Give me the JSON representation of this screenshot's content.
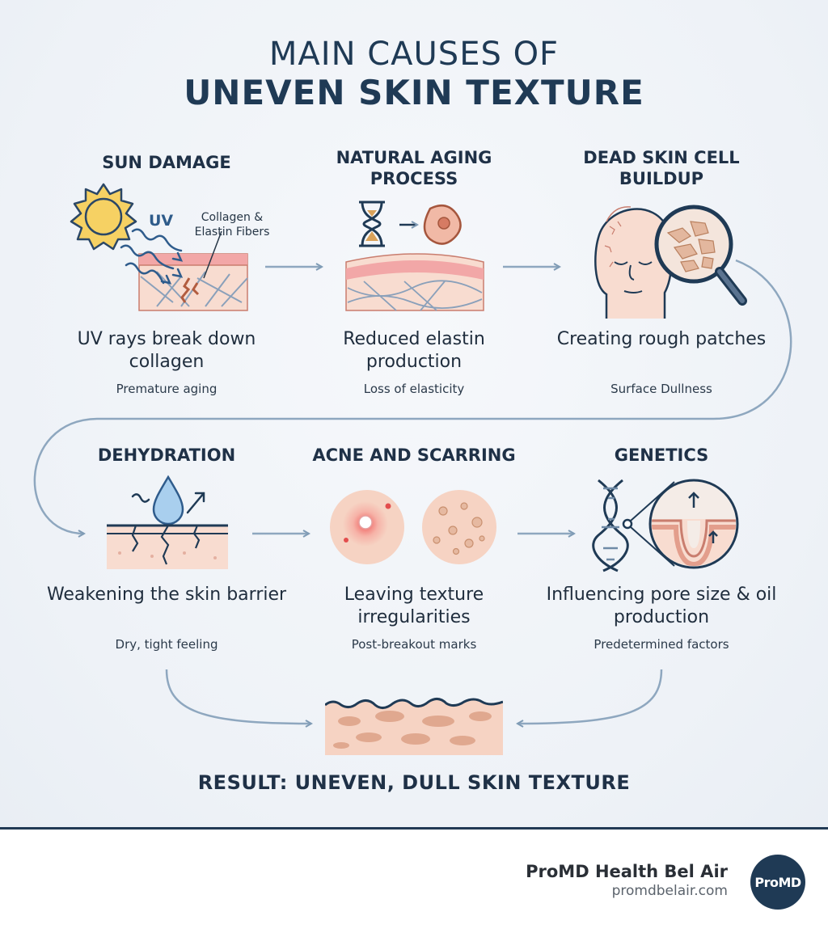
{
  "title": {
    "line1": "MAIN CAUSES OF",
    "line2": "UNEVEN SKIN TEXTURE"
  },
  "causes": [
    {
      "heading": "SUN DAMAGE",
      "description": "UV rays break down collagen",
      "detail": "Premature aging",
      "icon": "sun-uv-skin-icon",
      "labels": {
        "uv": "UV",
        "fibers": "Collagen & Elastin Fibers"
      }
    },
    {
      "heading": "NATURAL AGING PROCESS",
      "description": "Reduced elastin production",
      "detail": "Loss of elasticity",
      "icon": "hourglass-cell-icon"
    },
    {
      "heading": "DEAD SKIN CELL BUILDUP",
      "description": "Creating rough patches",
      "detail": "Surface Dullness",
      "icon": "face-magnifier-icon"
    },
    {
      "heading": "DEHYDRATION",
      "description": "Weakening the skin barrier",
      "detail": "Dry, tight feeling",
      "icon": "water-drop-cracked-skin-icon"
    },
    {
      "heading": "ACNE AND SCARRING",
      "description": "Leaving texture irregularities",
      "detail": "Post-breakout marks",
      "icon": "pimple-scar-icon"
    },
    {
      "heading": "GENETICS",
      "description": "Influencing pore size & oil production",
      "detail": "Predetermined factors",
      "icon": "dna-pore-icon"
    }
  ],
  "result": "RESULT: UNEVEN, DULL SKIN TEXTURE",
  "brand": {
    "name": "ProMD Health Bel Air",
    "url": "promdbelair.com",
    "logo_text": "ProMD"
  },
  "colors": {
    "navy": "#1f3a55",
    "arrow": "#7f9bb5",
    "skin": "#f6d3c3",
    "skin_pink": "#f2a7a7",
    "sun": "#f6d163"
  }
}
